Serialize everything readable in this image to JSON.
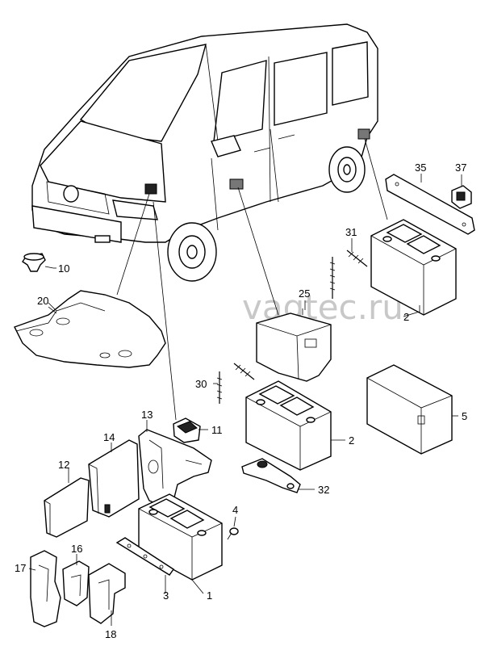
{
  "watermark": "vagtec.ru",
  "callouts": [
    {
      "id": "c1",
      "label": "1"
    },
    {
      "id": "c2a",
      "label": "2"
    },
    {
      "id": "c2b",
      "label": "2"
    },
    {
      "id": "c3",
      "label": "3"
    },
    {
      "id": "c4",
      "label": "4"
    },
    {
      "id": "c5",
      "label": "5"
    },
    {
      "id": "c10",
      "label": "10"
    },
    {
      "id": "c11",
      "label": "11"
    },
    {
      "id": "c12",
      "label": "12"
    },
    {
      "id": "c13",
      "label": "13"
    },
    {
      "id": "c14",
      "label": "14"
    },
    {
      "id": "c16",
      "label": "16"
    },
    {
      "id": "c17",
      "label": "17"
    },
    {
      "id": "c18",
      "label": "18"
    },
    {
      "id": "c20",
      "label": "20"
    },
    {
      "id": "c25",
      "label": "25"
    },
    {
      "id": "c30",
      "label": "30"
    },
    {
      "id": "c31",
      "label": "31"
    },
    {
      "id": "c32",
      "label": "32"
    },
    {
      "id": "c35",
      "label": "35"
    },
    {
      "id": "c37",
      "label": "37"
    }
  ]
}
